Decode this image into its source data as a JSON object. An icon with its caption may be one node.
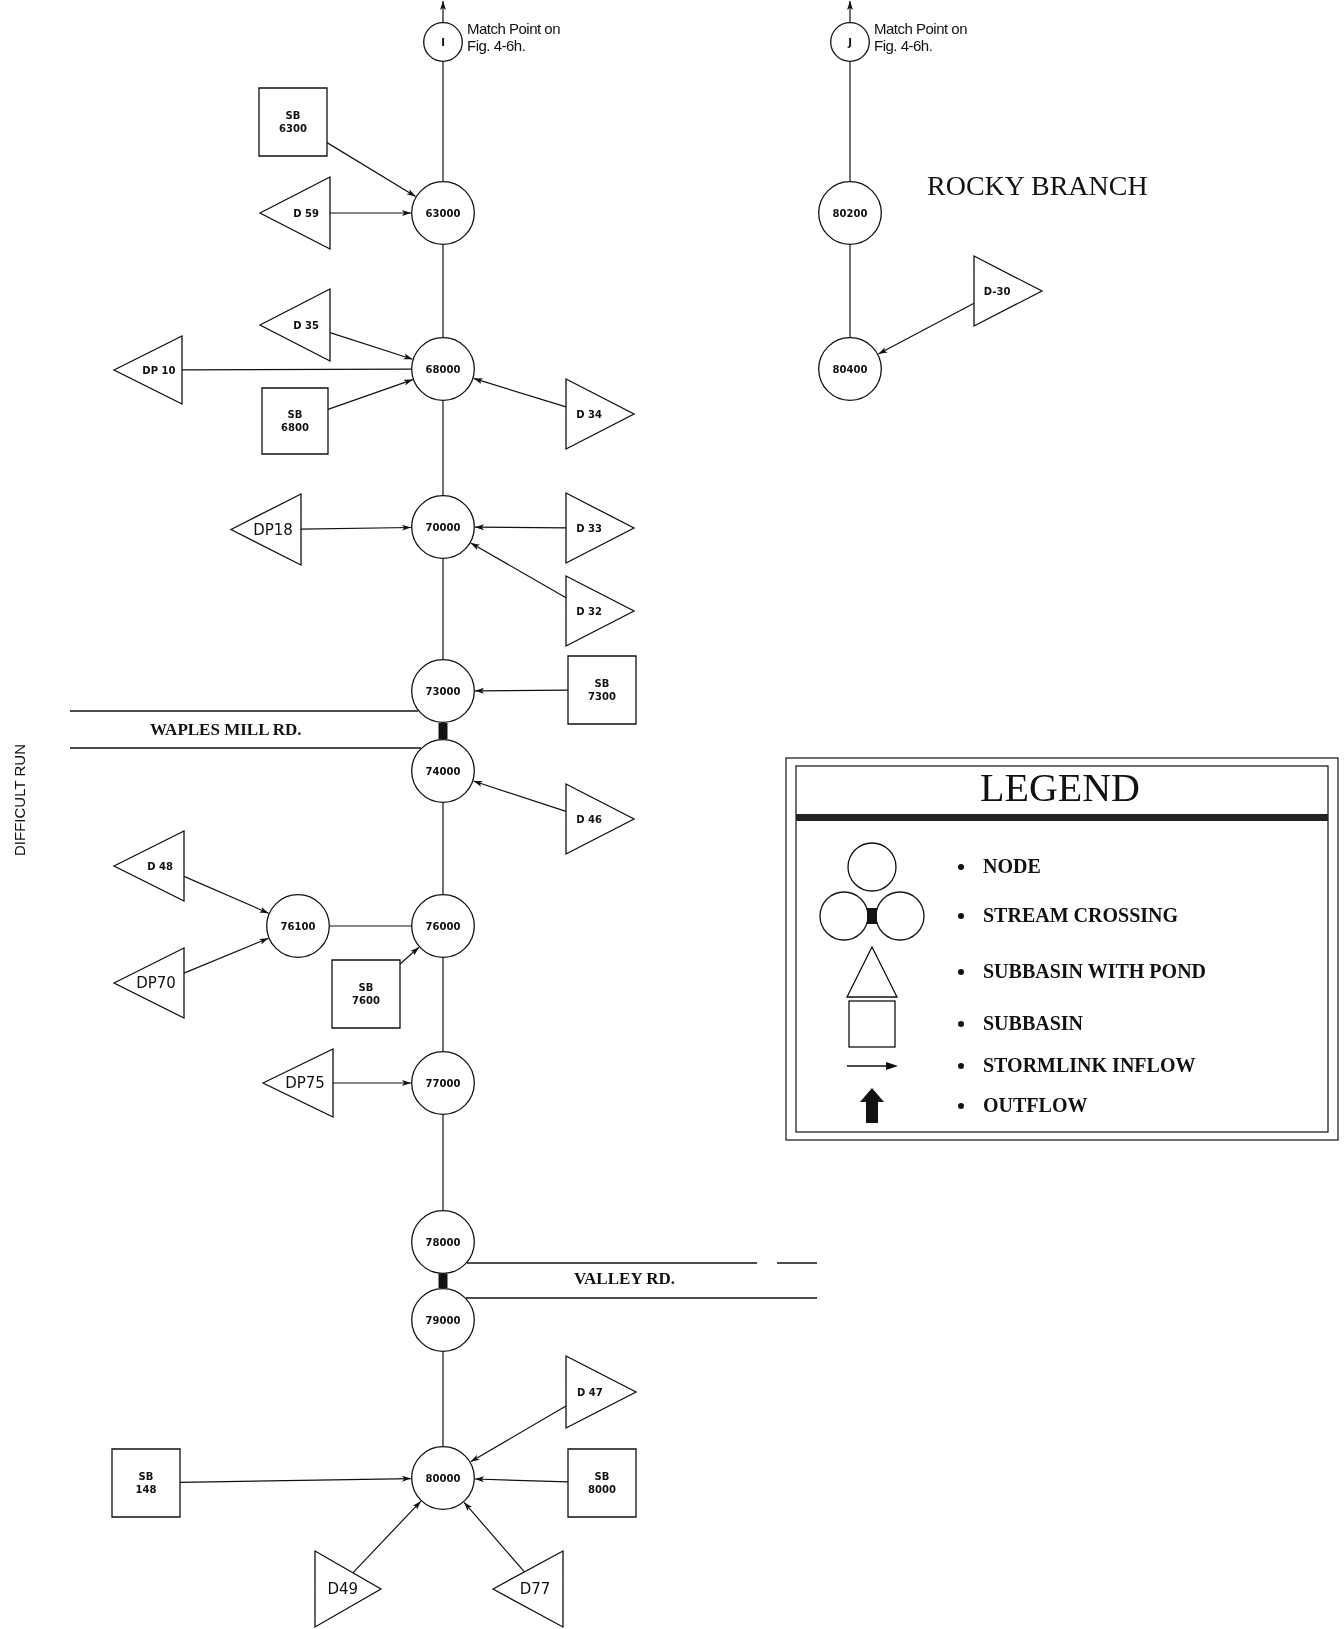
{
  "diagram": {
    "nodes": [
      {
        "text": [
          "I"
        ],
        "beside": [
          "Match Point on Fig. 4-6h."
        ]
      },
      {
        "text": [
          "J"
        ],
        "beside": [
          "Match Point on Fig. 4-6h."
        ]
      },
      {
        "text": [
          "SB 6300"
        ]
      },
      {
        "text": [
          "63000"
        ]
      },
      {
        "text": [
          "D 59"
        ]
      },
      {
        "text": [
          "80200"
        ]
      },
      {
        "text": [
          "D 35"
        ]
      },
      {
        "text": [
          "DP 10"
        ]
      },
      {
        "text": [
          "68000"
        ]
      },
      {
        "text": [
          "80400"
        ]
      },
      {
        "text": [
          "D-30"
        ]
      },
      {
        "text": [
          "SB 6800"
        ]
      },
      {
        "text": [
          "D 34"
        ]
      },
      {
        "text": [
          "DP18"
        ]
      },
      {
        "text": [
          "70000"
        ]
      },
      {
        "text": [
          "D 33"
        ]
      },
      {
        "text": [
          "D 32"
        ]
      },
      {
        "text": [
          "73000"
        ]
      },
      {
        "text": [
          "SB 7300"
        ]
      },
      {
        "text": [
          "74000"
        ]
      },
      {
        "text": [
          "D 46"
        ]
      },
      {
        "text": [
          "D 48"
        ]
      },
      {
        "text": [
          "76100"
        ]
      },
      {
        "text": [
          "76000"
        ]
      },
      {
        "text": [
          "DP70"
        ]
      },
      {
        "text": [
          "SB 7600"
        ]
      },
      {
        "text": [
          "DP75"
        ]
      },
      {
        "text": [
          "77000"
        ]
      },
      {
        "text": [
          "78000"
        ]
      },
      {
        "text": [
          "79000"
        ]
      },
      {
        "text": [
          "D 47"
        ]
      },
      {
        "text": [
          "SB 148"
        ]
      },
      {
        "text": [
          "80000"
        ]
      },
      {
        "text": [
          "SB 8000"
        ]
      },
      {
        "text": [
          "D49"
        ]
      },
      {
        "text": [
          "D77"
        ]
      }
    ],
    "edges": [
      {
        "from": 0,
        "to": null,
        "arrow": "to"
      },
      {
        "from": 1,
        "to": null,
        "arrow": "to"
      },
      {
        "from": 3,
        "to": 0,
        "arrow": "none"
      },
      {
        "from": 8,
        "to": 3,
        "arrow": "none"
      },
      {
        "from": 14,
        "to": 8,
        "arrow": "none"
      },
      {
        "from": 17,
        "to": 14,
        "arrow": "none"
      },
      {
        "from": 19,
        "to": 17,
        "arrow": "none",
        "style": "thick"
      },
      {
        "from": 23,
        "to": 19,
        "arrow": "none"
      },
      {
        "from": 22,
        "to": 23,
        "arrow": "none"
      },
      {
        "from": 27,
        "to": 23,
        "arrow": "none"
      },
      {
        "from": 28,
        "to": 27,
        "arrow": "none"
      },
      {
        "from": 29,
        "to": 28,
        "arrow": "none",
        "style": "thick"
      },
      {
        "from": 32,
        "to": 29,
        "arrow": "none"
      },
      {
        "from": 5,
        "to": 1,
        "arrow": "none"
      },
      {
        "from": 9,
        "to": 5,
        "arrow": "none"
      },
      {
        "from": 2,
        "to": 3,
        "arrow": "to"
      },
      {
        "from": 4,
        "to": 3,
        "arrow": "to"
      },
      {
        "from": 6,
        "to": 8,
        "arrow": "to"
      },
      {
        "from": 7,
        "to": 8,
        "arrow": "none"
      },
      {
        "from": 11,
        "to": 8,
        "arrow": "to"
      },
      {
        "from": 12,
        "to": 8,
        "arrow": "to"
      },
      {
        "from": 13,
        "to": 14,
        "arrow": "to"
      },
      {
        "from": 15,
        "to": 14,
        "arrow": "to"
      },
      {
        "from": 16,
        "to": 14,
        "arrow": "to"
      },
      {
        "from": 18,
        "to": 17,
        "arrow": "to"
      },
      {
        "from": 20,
        "to": 19,
        "arrow": "to"
      },
      {
        "from": 21,
        "to": 22,
        "arrow": "to"
      },
      {
        "from": 24,
        "to": 22,
        "arrow": "to"
      },
      {
        "from": 25,
        "to": 23,
        "arrow": "to"
      },
      {
        "from": 26,
        "to": 27,
        "arrow": "to"
      },
      {
        "from": 30,
        "to": 32,
        "arrow": "to"
      },
      {
        "from": 31,
        "to": 32,
        "arrow": "to"
      },
      {
        "from": 33,
        "to": 32,
        "arrow": "to"
      },
      {
        "from": 34,
        "to": 32,
        "arrow": "to"
      },
      {
        "from": 35,
        "to": 32,
        "arrow": "to"
      },
      {
        "from": 10,
        "to": 9,
        "arrow": "to"
      }
    ],
    "labels": [
      "ROCKY BRANCH",
      "DIFFICULT RUN",
      "WAPLES MILL RD.",
      "VALLEY RD.",
      "LEGEND"
    ],
    "legend": [
      {
        "text": "NODE"
      },
      {
        "text": "STREAM CROSSING"
      },
      {
        "text": "SUBBASIN WITH POND"
      },
      {
        "text": "SUBBASIN"
      },
      {
        "text": "STORMLINK INFLOW"
      },
      {
        "text": "OUTFLOW"
      }
    ]
  }
}
